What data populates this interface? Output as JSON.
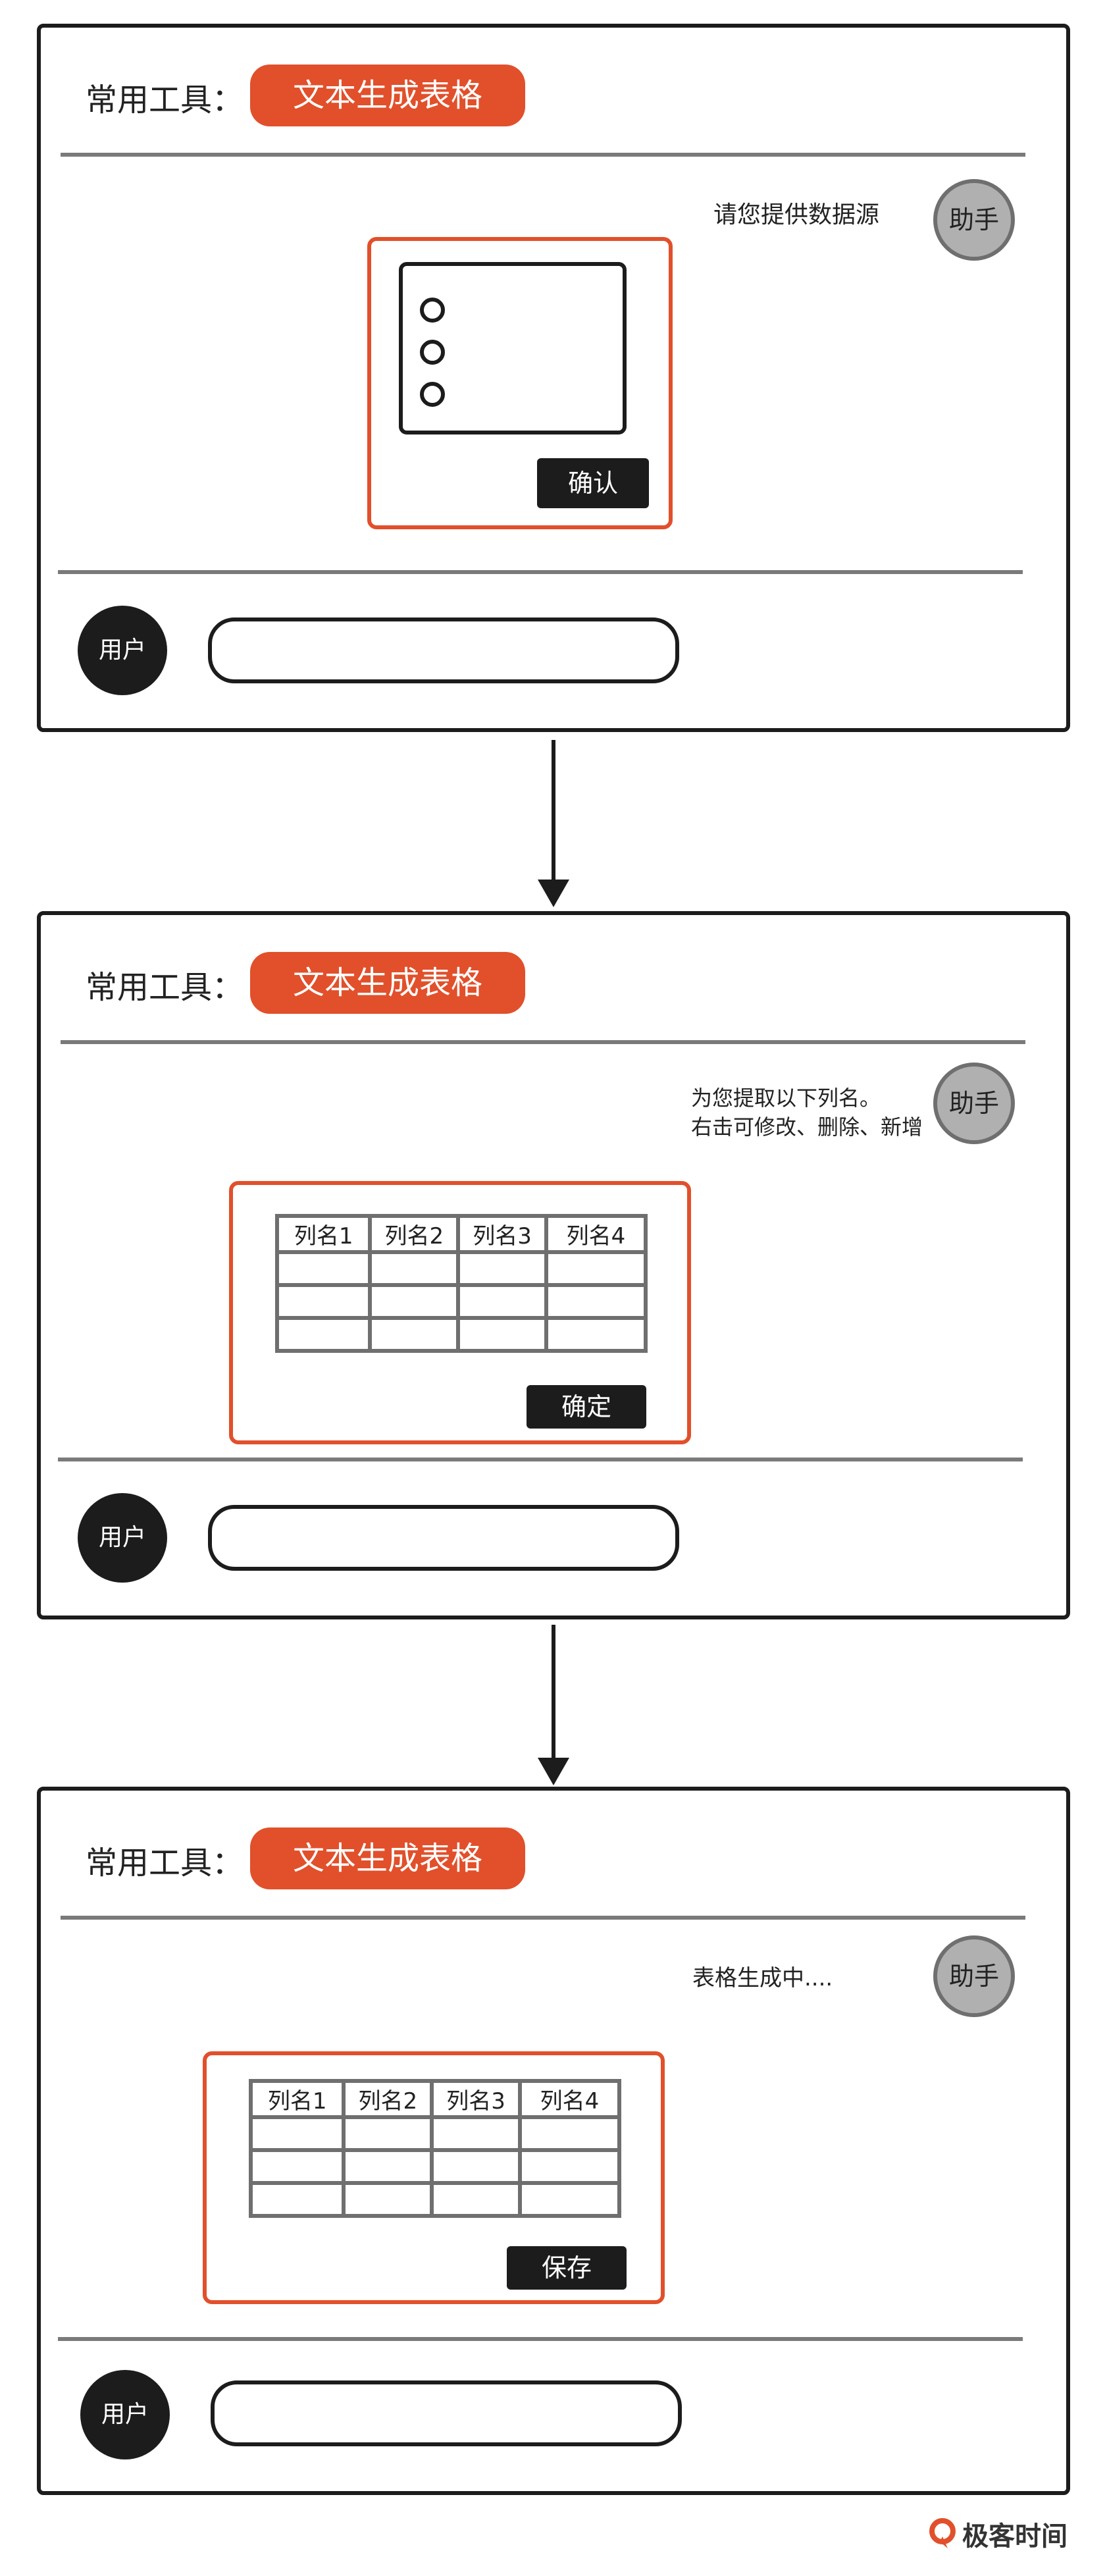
{
  "common": {
    "tools_label": "常用工具：",
    "tool_chip": "文本生成表格",
    "assistant": "助手",
    "user": "用户"
  },
  "step1": {
    "message": "请您提供数据源",
    "confirm_button": "确认"
  },
  "step2": {
    "message": "为您提取以下列名。\n右击可修改、删除、新增",
    "columns": [
      "列名1",
      "列名2",
      "列名3",
      "列名4"
    ],
    "confirm_button": "确定"
  },
  "step3": {
    "message": "表格生成中....",
    "columns": [
      "列名1",
      "列名2",
      "列名3",
      "列名4"
    ],
    "save_button": "保存"
  },
  "brand": {
    "name": "极客时间",
    "accent": "#e1502b"
  },
  "colors": {
    "accent": "#e1502b",
    "dark": "#1c1c1c",
    "divider": "#7a7a7a",
    "assistant_avatar": "#b0b0b0"
  }
}
